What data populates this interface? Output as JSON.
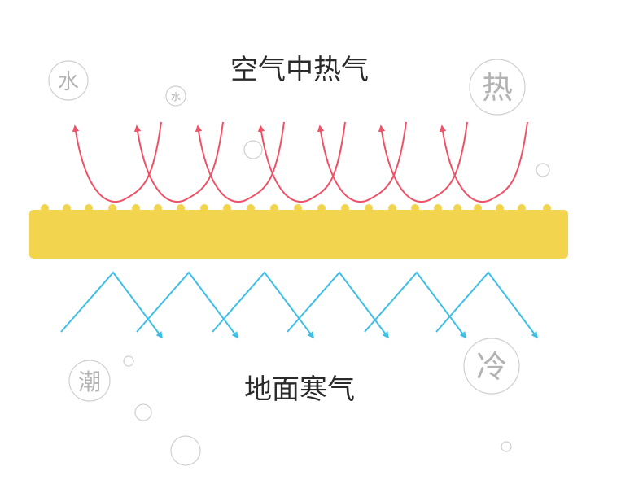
{
  "titles": {
    "top": "空气中热气",
    "bottom": "地面寒气"
  },
  "bubbles": {
    "water_large": "水",
    "water_small": "水",
    "heat": "热",
    "humid": "潮",
    "cold": "冷"
  },
  "colors": {
    "mat": "#f2d44f",
    "heat_arrows": "#ef5167",
    "cold_arrows": "#3ebfe7",
    "bubble_stroke": "#cfcfcf",
    "bubble_text": "#b3b3b3",
    "title_text": "#2a2a2a"
  }
}
